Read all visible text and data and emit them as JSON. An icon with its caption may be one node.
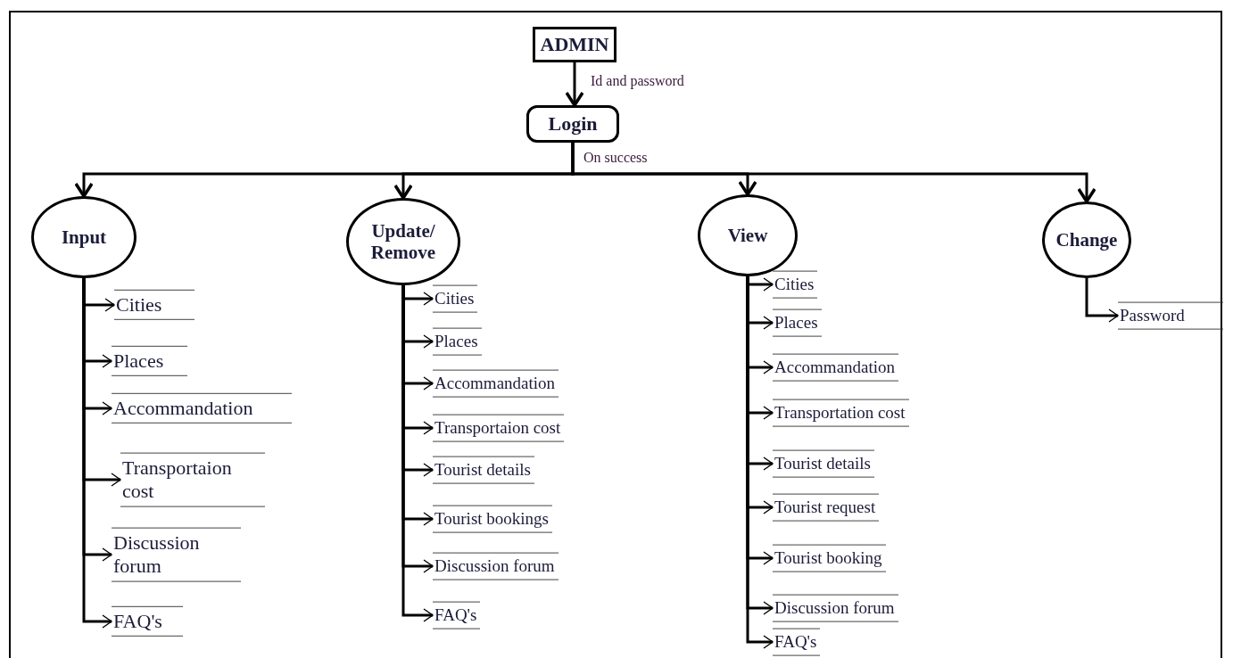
{
  "diagram": {
    "nodes": [
      {
        "text": [
          "ADMIN"
        ]
      },
      {
        "text": [
          "Login"
        ]
      },
      {
        "text": [
          "Input"
        ]
      },
      {
        "text": [
          "Update/ Remove"
        ]
      },
      {
        "text": [
          "View"
        ]
      },
      {
        "text": [
          "Change"
        ]
      },
      {
        "text": [
          "Cities"
        ]
      },
      {
        "text": [
          "Places"
        ]
      },
      {
        "text": [
          "Accommandation"
        ]
      },
      {
        "text": [
          "Transportaion cost"
        ]
      },
      {
        "text": [
          "Discussion forum"
        ]
      },
      {
        "text": [
          "FAQ's"
        ]
      },
      {
        "text": [
          "Cities"
        ]
      },
      {
        "text": [
          "Places"
        ]
      },
      {
        "text": [
          "Accommandation"
        ]
      },
      {
        "text": [
          "Transportaion cost"
        ]
      },
      {
        "text": [
          "Tourist details"
        ]
      },
      {
        "text": [
          "Tourist bookings"
        ]
      },
      {
        "text": [
          "Discussion forum"
        ]
      },
      {
        "text": [
          "FAQ's"
        ]
      },
      {
        "text": [
          "Cities"
        ]
      },
      {
        "text": [
          "Places"
        ]
      },
      {
        "text": [
          "Accommandation"
        ]
      },
      {
        "text": [
          "Transportation cost"
        ]
      },
      {
        "text": [
          "Tourist details"
        ]
      },
      {
        "text": [
          "Tourist request"
        ]
      },
      {
        "text": [
          "Tourist booking"
        ]
      },
      {
        "text": [
          "Discussion forum"
        ]
      },
      {
        "text": [
          "FAQ's"
        ]
      },
      {
        "text": [
          "Password"
        ]
      }
    ],
    "edges": [
      {
        "from": 0,
        "to": 1,
        "arrow": "to",
        "label": "Id and password"
      },
      {
        "from": 1,
        "to": 2,
        "arrow": "to",
        "label": "On success"
      },
      {
        "from": 1,
        "to": 3,
        "arrow": "to"
      },
      {
        "from": 1,
        "to": 4,
        "arrow": "to"
      },
      {
        "from": 1,
        "to": 5,
        "arrow": "to"
      },
      {
        "from": 2,
        "to": 6,
        "arrow": "to"
      },
      {
        "from": 2,
        "to": 7,
        "arrow": "to"
      },
      {
        "from": 2,
        "to": 8,
        "arrow": "to"
      },
      {
        "from": 2,
        "to": 9,
        "arrow": "to"
      },
      {
        "from": 2,
        "to": 10,
        "arrow": "to"
      },
      {
        "from": 2,
        "to": 11,
        "arrow": "to"
      },
      {
        "from": 3,
        "to": 12,
        "arrow": "to"
      },
      {
        "from": 3,
        "to": 13,
        "arrow": "to"
      },
      {
        "from": 3,
        "to": 14,
        "arrow": "to"
      },
      {
        "from": 3,
        "to": 15,
        "arrow": "to"
      },
      {
        "from": 3,
        "to": 16,
        "arrow": "to"
      },
      {
        "from": 3,
        "to": 17,
        "arrow": "to"
      },
      {
        "from": 3,
        "to": 18,
        "arrow": "to"
      },
      {
        "from": 3,
        "to": 19,
        "arrow": "to"
      },
      {
        "from": 4,
        "to": 20,
        "arrow": "to"
      },
      {
        "from": 4,
        "to": 21,
        "arrow": "to"
      },
      {
        "from": 4,
        "to": 22,
        "arrow": "to"
      },
      {
        "from": 4,
        "to": 23,
        "arrow": "to"
      },
      {
        "from": 4,
        "to": 24,
        "arrow": "to"
      },
      {
        "from": 4,
        "to": 25,
        "arrow": "to"
      },
      {
        "from": 4,
        "to": 26,
        "arrow": "to"
      },
      {
        "from": 4,
        "to": 27,
        "arrow": "to"
      },
      {
        "from": 4,
        "to": 28,
        "arrow": "to"
      },
      {
        "from": 5,
        "to": 29,
        "arrow": "to"
      }
    ]
  }
}
